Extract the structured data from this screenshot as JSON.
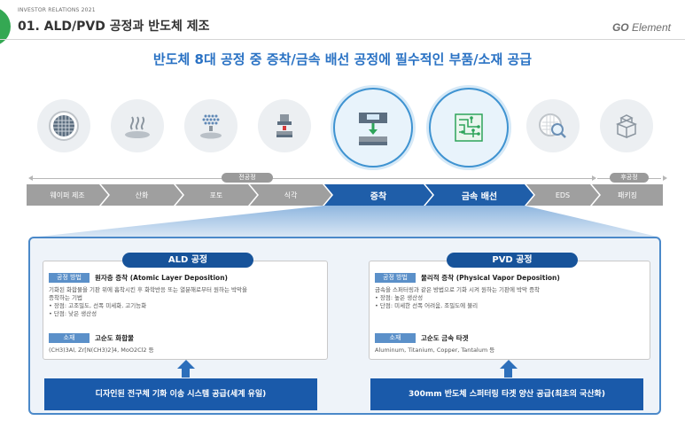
{
  "header": {
    "subtitle": "INVESTOR RELATIONS 2021",
    "title": "01. ALD/PVD 공정과 반도체 제조",
    "logo_go": "GO",
    "logo_element": "Element"
  },
  "headline": "반도체 8대 공정 중 증착/금속 배선 공정에 필수적인 부품/소재 공급",
  "process_icons": [
    "wafer-icon",
    "oxidation-icon",
    "photo-icon",
    "etch-icon",
    "deposition-icon",
    "metal-wiring-icon",
    "eds-icon",
    "packaging-icon"
  ],
  "timeline": {
    "front_label": "전공정",
    "back_label": "후공정"
  },
  "steps": [
    "웨이퍼 제조",
    "산화",
    "포토",
    "식각",
    "증착",
    "금속 배선",
    "EDS",
    "패키징"
  ],
  "ald": {
    "title": "ALD 공정",
    "method_tag": "공정 방법",
    "method_name": "원자층 증착 (Atomic Layer Deposition)",
    "desc1": "기화된 화합물을 기판 위에 흡착시킨 후 화학반응 또는 열분해로부터 원하는 박막을",
    "desc2": "증착하는 기법",
    "pro": "• 장점: 고조밀도, 선폭 미세화, 고기능화",
    "con": "• 단점: 낮은 생산성",
    "material_tag": "소재",
    "material_name": "고순도 화합물",
    "material_list": "(CH3)3Al, Zr[N(CH3)2]4, MoO2Cl2 등",
    "bottom": "디자인된 전구체 기화 이송 시스템 공급(세계 유일)"
  },
  "pvd": {
    "title": "PVD 공정",
    "method_tag": "공정 방법",
    "method_name": "물리적 증착 (Physical Vapor Deposition)",
    "desc1": "금속을 스퍼터링과 같은 방법으로 기화 시켜 원하는 기판에 박막 증착",
    "pro": "• 장점: 높은 생산성",
    "con": "• 단점: 미세한 선폭 어려움, 조밀도에 불리",
    "material_tag": "소재",
    "material_name": "고순도 금속 타겟",
    "material_list": "Aluminum, Titanium, Copper, Tantalum 등",
    "bottom": "300mm 반도체 스퍼터링 타겟 양산 공급(최초의 국산화)"
  },
  "colors": {
    "accent_blue": "#1f5ea9",
    "headline_blue": "#2a72c4",
    "green": "#34a853",
    "gray_step": "#9f9f9f"
  }
}
